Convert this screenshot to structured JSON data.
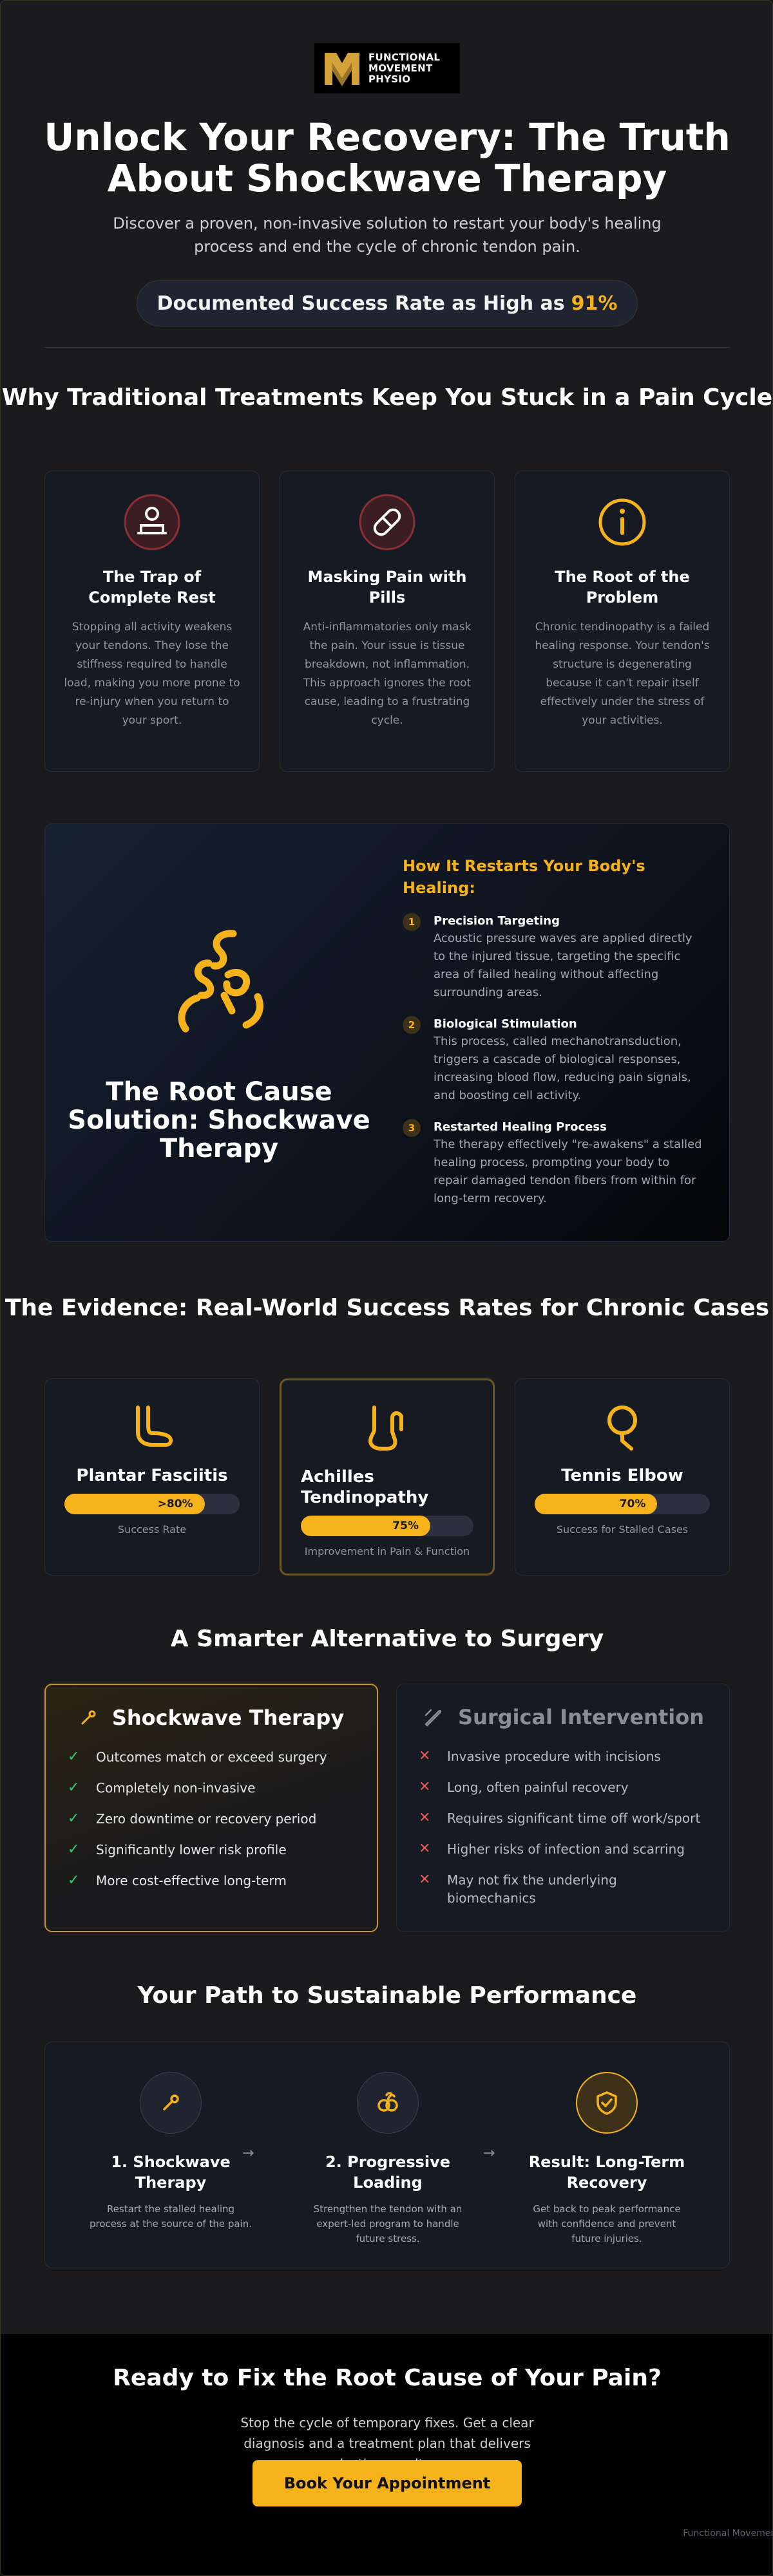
{
  "brand": {
    "logo_lines": [
      "FUNCTIONAL",
      "MOVEMENT",
      "PHYSIO"
    ],
    "accent": "#f5b21a"
  },
  "hero": {
    "title": "Unlock Your Recovery: The Truth About Shockwave Therapy",
    "subtitle": "Discover a proven, non-invasive solution to restart your body's healing process and end the cycle of chronic tendon pain.",
    "rate_label": "Documented Success Rate as High as",
    "rate_value": "91%"
  },
  "problems": {
    "title": "Why Traditional Treatments Keep You Stuck in a Pain Cycle",
    "cards": [
      {
        "icon": "rest-icon",
        "title": "The Trap of Complete Rest",
        "text": "Stopping all activity weakens your tendons. They lose the stiffness required to handle load, making you more prone to re-injury when you return to your sport."
      },
      {
        "icon": "pill-icon",
        "title": "Masking Pain with Pills",
        "text": "Anti-inflammatories only mask the pain. Your issue is tissue breakdown, not inflammation. This approach ignores the root cause, leading to a frustrating cycle."
      },
      {
        "icon": "info-icon",
        "title": "The Root of the Problem",
        "text": "Chronic tendinopathy is a failed healing response. Your tendon's structure is degenerating because it can't repair itself effectively under the stress of your activities."
      }
    ]
  },
  "solution": {
    "title": "The Root Cause Solution: Shockwave Therapy",
    "heading": "How It Restarts Your Body's Healing:",
    "steps": [
      {
        "num": "1",
        "title": "Precision Targeting",
        "text": "Acoustic pressure waves are applied directly to the injured tissue, targeting the specific area of failed healing without affecting surrounding areas."
      },
      {
        "num": "2",
        "title": "Biological Stimulation",
        "text": "This process, called mechanotransduction, triggers a cascade of biological responses, increasing blood flow, reducing pain signals, and boosting cell activity."
      },
      {
        "num": "3",
        "title": "Restarted Healing Process",
        "text": "The therapy effectively \"re-awakens\" a stalled healing process, prompting your body to repair damaged tendon fibers from within for long-term recovery."
      }
    ]
  },
  "evidence": {
    "title": "The Evidence: Real-World Success Rates for Chronic Cases",
    "cards": [
      {
        "icon": "foot-icon",
        "title": "Plantar Fasciitis",
        "label": ">80%",
        "fraction": 0.8,
        "caption": "Success Rate"
      },
      {
        "icon": "ankle-icon",
        "title": "Achilles Tendinopathy",
        "label": "75%",
        "fraction": 0.75,
        "caption": "Improvement in Pain & Function"
      },
      {
        "icon": "elbow-icon",
        "title": "Tennis Elbow",
        "label": "70%",
        "fraction": 0.7,
        "caption": "Success for Stalled Cases"
      }
    ]
  },
  "comparison": {
    "title": "A Smarter Alternative to Surgery",
    "shockwave": {
      "title": "Shockwave Therapy",
      "items": [
        "Outcomes match or exceed surgery",
        "Completely non-invasive",
        "Zero downtime or recovery period",
        "Significantly lower risk profile",
        "More cost-effective long-term"
      ]
    },
    "surgery": {
      "title": "Surgical Intervention",
      "items": [
        "Invasive procedure with incisions",
        "Long, often painful recovery",
        "Requires significant time off work/sport",
        "Higher risks of infection and scarring",
        "May not fix the underlying biomechanics"
      ]
    }
  },
  "path": {
    "title": "Your Path to Sustainable Performance",
    "steps": [
      {
        "icon": "wand-icon",
        "title": "1. Shockwave Therapy",
        "text": "Restart the stalled healing process at the source of the pain."
      },
      {
        "icon": "dumbbell-icon",
        "title": "2. Progressive Loading",
        "text": "Strengthen the tendon with an expert-led program to handle future stress."
      },
      {
        "icon": "shield-check-icon",
        "title": "Result: Long-Term Recovery",
        "text": "Get back to peak performance with confidence and prevent future injuries."
      }
    ]
  },
  "cta": {
    "title": "Ready to Fix the Root Cause of Your Pain?",
    "text": "Stop the cycle of temporary fixes. Get a clear diagnosis and a treatment plan that delivers lasting results.",
    "button": "Book Your Appointment",
    "footer": "Functional Movement Physiotherapy Ltd"
  }
}
